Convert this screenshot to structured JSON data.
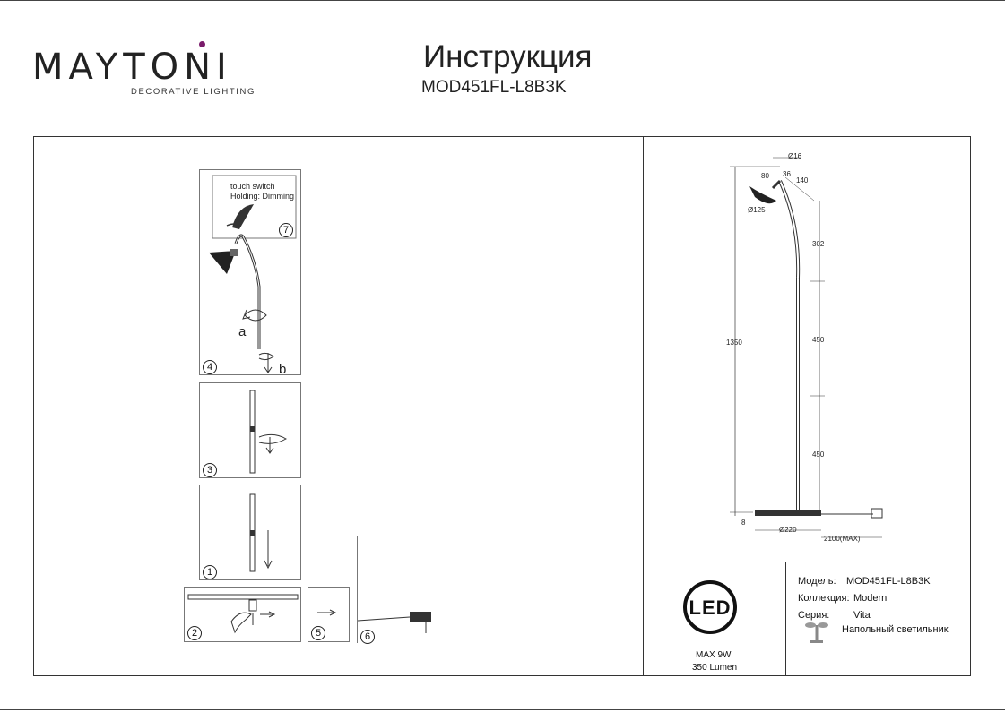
{
  "header": {
    "logo_text": "MAYTONI",
    "logo_sub": "DECORATIVE LIGHTING",
    "title": "Инструкция",
    "model": "MOD451FL-L8B3K",
    "accent_color": "#7a1b6b"
  },
  "steps": {
    "touch_switch": "touch switch",
    "holding": "Holding:  Dimming",
    "label_a": "a",
    "label_b": "b",
    "n7": "7",
    "n4": "4",
    "n3": "3",
    "n1": "1",
    "n2": "2",
    "n5": "5",
    "n6": "6"
  },
  "dimensions": {
    "d16": "Ø16",
    "d80": "80",
    "d36": "36",
    "d140": "140",
    "d125": "Ø125",
    "d302": "302",
    "d1350": "1350",
    "d450a": "450",
    "d450b": "450",
    "d8": "8",
    "d220": "Ø220",
    "d2100": "2100(MAX)"
  },
  "led": {
    "badge": "LED",
    "power": "MAX 9W",
    "lumen": "350 Lumen"
  },
  "specs": {
    "model_label": "Модель:",
    "model_value": "MOD451FL-L8B3K",
    "collection_label": "Коллекция:",
    "collection_value": "Modern",
    "series_label": "Серия:",
    "series_value": "Vita",
    "type_value": "Напольный светильник"
  }
}
